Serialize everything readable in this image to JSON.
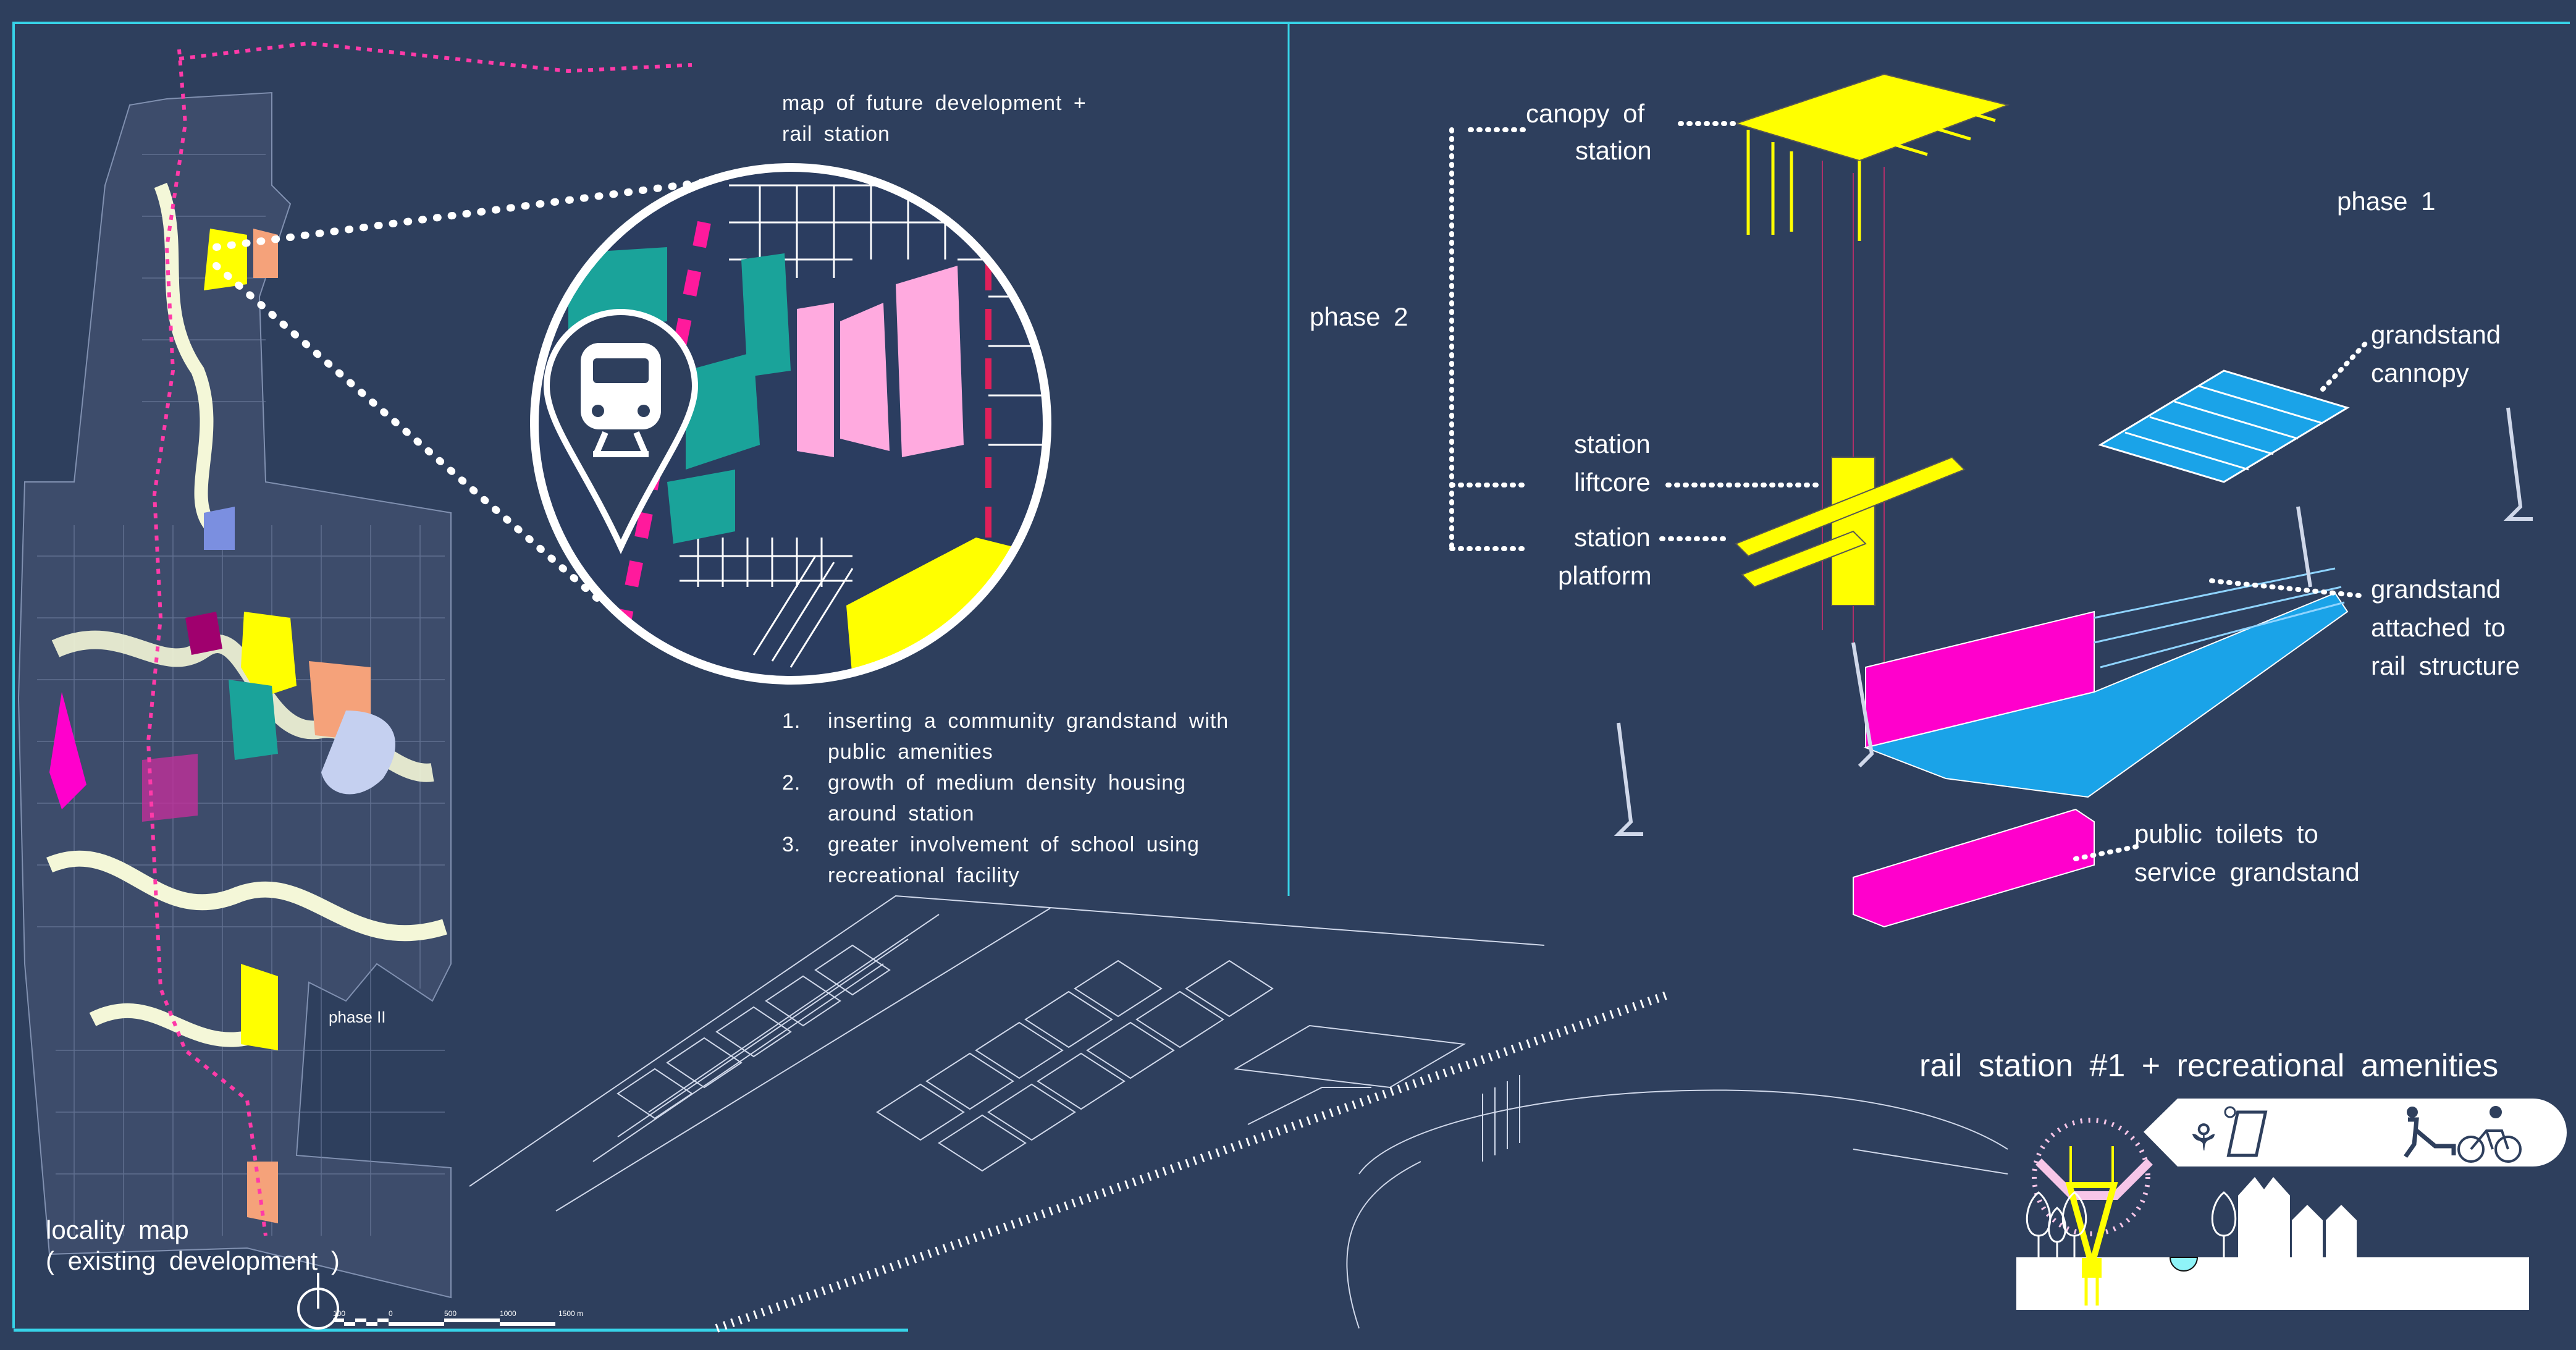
{
  "locality_map": {
    "title_line1": "locality map",
    "title_line2": "( existing development )",
    "phase_label": "phase II",
    "scale": [
      "100",
      "0",
      "500",
      "1000",
      "1500 m"
    ]
  },
  "future_map": {
    "title_line1": "map of future development  +",
    "title_line2": "rail station",
    "icon": "train-station-pin-icon"
  },
  "strategies": [
    {
      "num": "1.",
      "line1": "inserting a community grandstand with",
      "line2": "public amenities"
    },
    {
      "num": "2.",
      "line1": "growth of medium density housing",
      "line2": "around station"
    },
    {
      "num": "3.",
      "line1": "greater involvement of school using",
      "line2": "recreational facility"
    }
  ],
  "exploded": {
    "canopy_line1": "canopy  of",
    "canopy_line2": "station",
    "phase2": "phase  2",
    "phase1": "phase  1",
    "liftcore_line1": "station",
    "liftcore_line2": "liftcore",
    "platform_line1": "station",
    "platform_line2": "platform",
    "gs_canopy_line1": "grandstand",
    "gs_canopy_line2": "cannopy",
    "gs_attached_line1": "grandstand",
    "gs_attached_line2": "attached  to",
    "gs_attached_line3": "rail  structure",
    "toilets_line1": "public  toilets  to",
    "toilets_line2": "service  grandstand"
  },
  "section": {
    "title": "rail  station  #1  +  recreational  amenities",
    "icons": [
      "plant-icon",
      "solar-panel-icon",
      "dog-walking-icon",
      "cycling-icon"
    ]
  },
  "colors": {
    "background": "#2e3f5d",
    "accent_yellow": "#ffff00",
    "accent_magenta": "#ff00cc",
    "accent_blue": "#1aa3e8",
    "frame_cyan": "#37d3e8"
  }
}
